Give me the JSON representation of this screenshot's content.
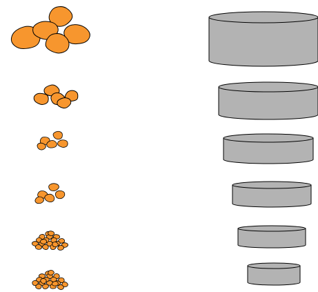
{
  "colors": {
    "background": "#ffffff",
    "chunk_fill": "#f7962e",
    "chunk_stroke": "#000000",
    "cylinder_fill": "#b3b3b3",
    "cylinder_stroke": "#000000"
  },
  "stages": [
    {
      "chunk_size": "large",
      "chunk_count": 5
    },
    {
      "chunk_size": "medium",
      "chunk_count": 5
    },
    {
      "chunk_size": "small",
      "chunk_count": 5
    },
    {
      "chunk_size": "small",
      "chunk_count": 5
    },
    {
      "chunk_size": "tiny",
      "chunk_count": 20
    },
    {
      "chunk_size": "tiny",
      "chunk_count": 20
    }
  ]
}
